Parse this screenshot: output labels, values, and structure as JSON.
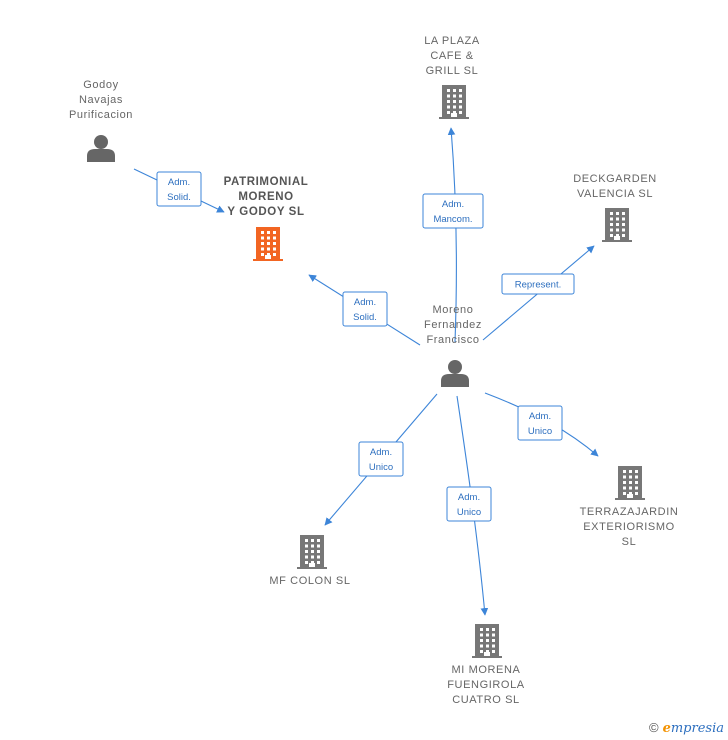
{
  "nodes": [
    {
      "id": "godoy",
      "type": "person",
      "label": [
        "Godoy",
        "Navajas",
        "Purificacion"
      ],
      "color": "#666666"
    },
    {
      "id": "patrimonial",
      "type": "company",
      "label": [
        "PATRIMONIAL",
        "MORENO",
        "Y GODOY  SL"
      ],
      "color": "#f26522",
      "highlight": true
    },
    {
      "id": "laplaza",
      "type": "company",
      "label": [
        "LA PLAZA",
        "CAFE &",
        "GRILL  SL"
      ],
      "color": "#777777"
    },
    {
      "id": "deckgarden",
      "type": "company",
      "label": [
        "DECKGARDEN",
        "VALENCIA SL"
      ],
      "color": "#777777"
    },
    {
      "id": "moreno",
      "type": "person",
      "label": [
        "Moreno",
        "Fernandez",
        "Francisco"
      ],
      "color": "#666666"
    },
    {
      "id": "terrazajardin",
      "type": "company",
      "label": [
        "TERRAZAJARDIN",
        "EXTERIORISMO",
        "SL"
      ],
      "color": "#777777"
    },
    {
      "id": "mfcolon",
      "type": "company",
      "label": [
        "MF COLON  SL"
      ],
      "color": "#777777"
    },
    {
      "id": "mimorena",
      "type": "company",
      "label": [
        "MI MORENA",
        "FUENGIROLA",
        "CUATRO  SL"
      ],
      "color": "#777777"
    }
  ],
  "edges": [
    {
      "from": "godoy",
      "to": "patrimonial",
      "label": [
        "Adm.",
        "Solid."
      ]
    },
    {
      "from": "moreno",
      "to": "patrimonial",
      "label": [
        "Adm.",
        "Solid."
      ]
    },
    {
      "from": "moreno",
      "to": "laplaza",
      "label": [
        "Adm.",
        "Mancom."
      ]
    },
    {
      "from": "moreno",
      "to": "deckgarden",
      "label": [
        "Represent."
      ]
    },
    {
      "from": "moreno",
      "to": "terrazajardin",
      "label": [
        "Adm.",
        "Unico"
      ]
    },
    {
      "from": "moreno",
      "to": "mfcolon",
      "label": [
        "Adm.",
        "Unico"
      ]
    },
    {
      "from": "moreno",
      "to": "mimorena",
      "label": [
        "Adm.",
        "Unico"
      ]
    }
  ],
  "footer": {
    "copyright": "©",
    "brand_initial": "e",
    "brand_rest": "mpresia"
  },
  "colors": {
    "edge": "#3d85d8",
    "highlight": "#f26522",
    "icon": "#777777"
  }
}
